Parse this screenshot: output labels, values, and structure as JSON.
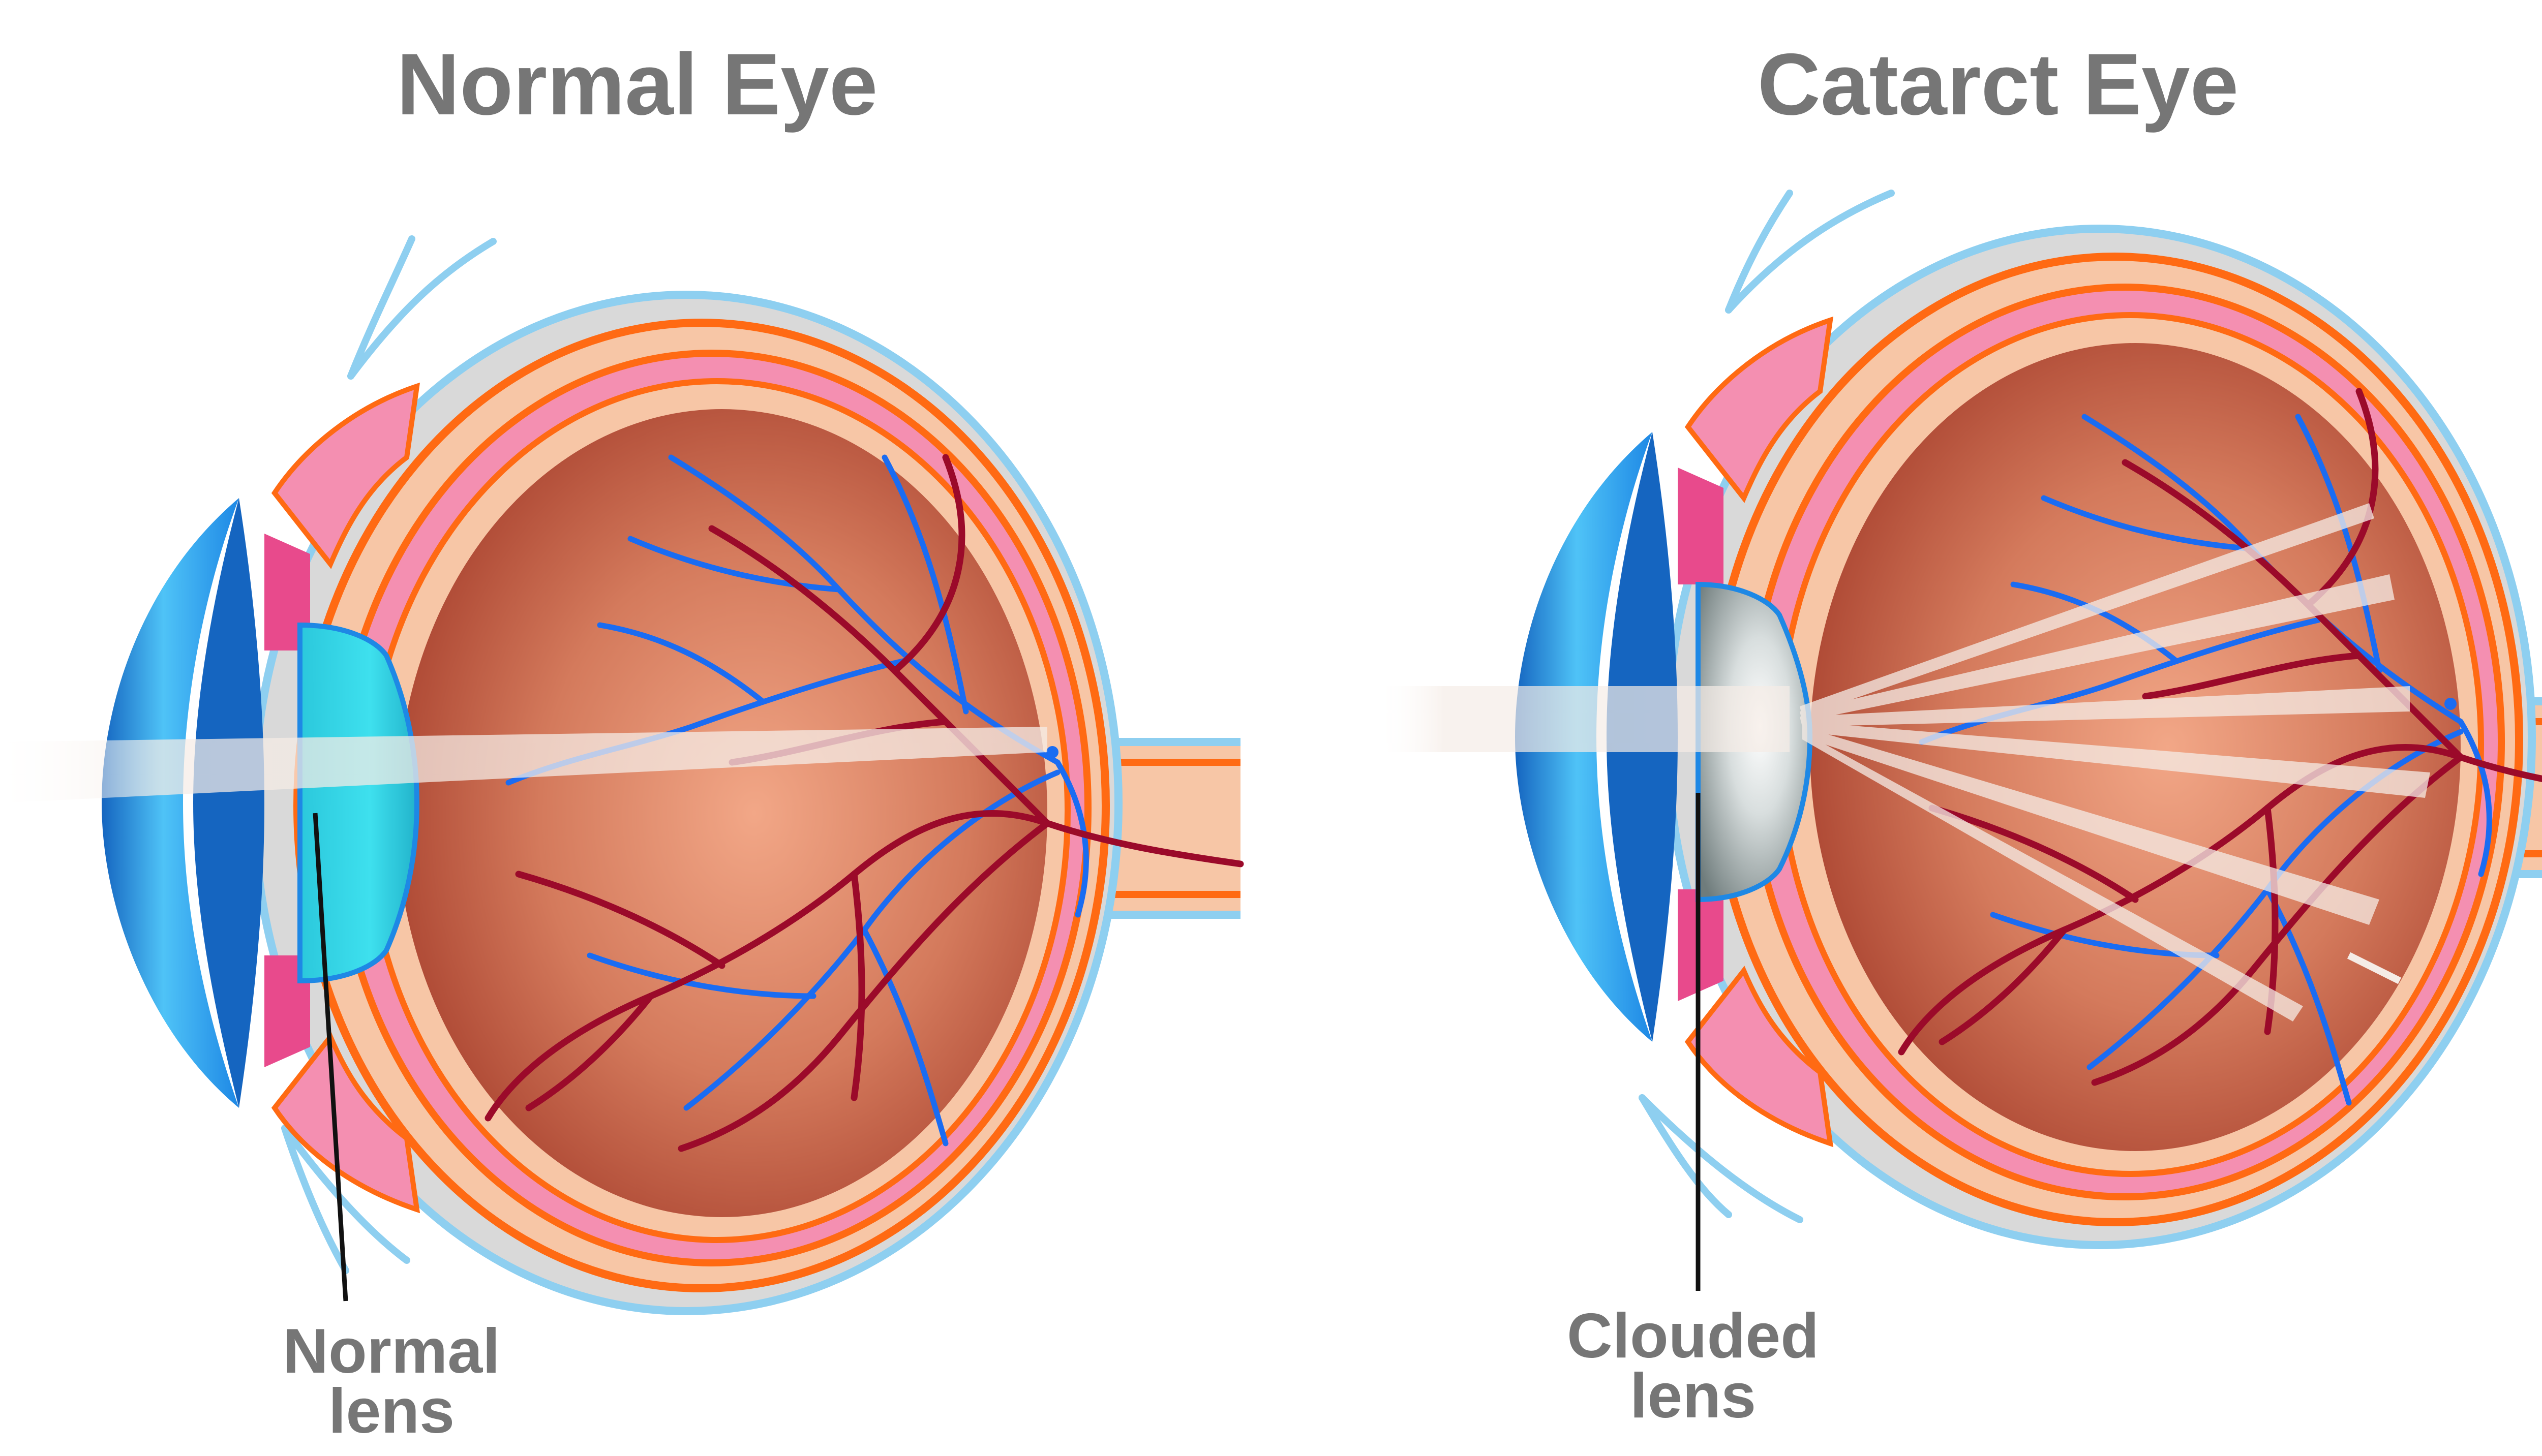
{
  "left_panel": {
    "title": "Normal Eye",
    "callout_line1": "Normal",
    "callout_line2": "lens"
  },
  "right_panel": {
    "title": "Catarct Eye",
    "callout_line1": "Clouded",
    "callout_line2": "lens"
  },
  "colors": {
    "title_text": "#767676",
    "sclera_outline": "#8ecff0",
    "sclera_fill": "#d9d9d9",
    "choroid_orange": "#ff6a13",
    "choroid_pink": "#f48fb1",
    "eye_interior": "#c8604a",
    "vein_blue": "#1a6cf2",
    "artery_red": "#9b0a2a",
    "cornea_blue": "#1e88e5",
    "normal_lens": "#27d0e6",
    "clouded_lens": "#dde3e3",
    "light_beam": "#f3e6de"
  }
}
